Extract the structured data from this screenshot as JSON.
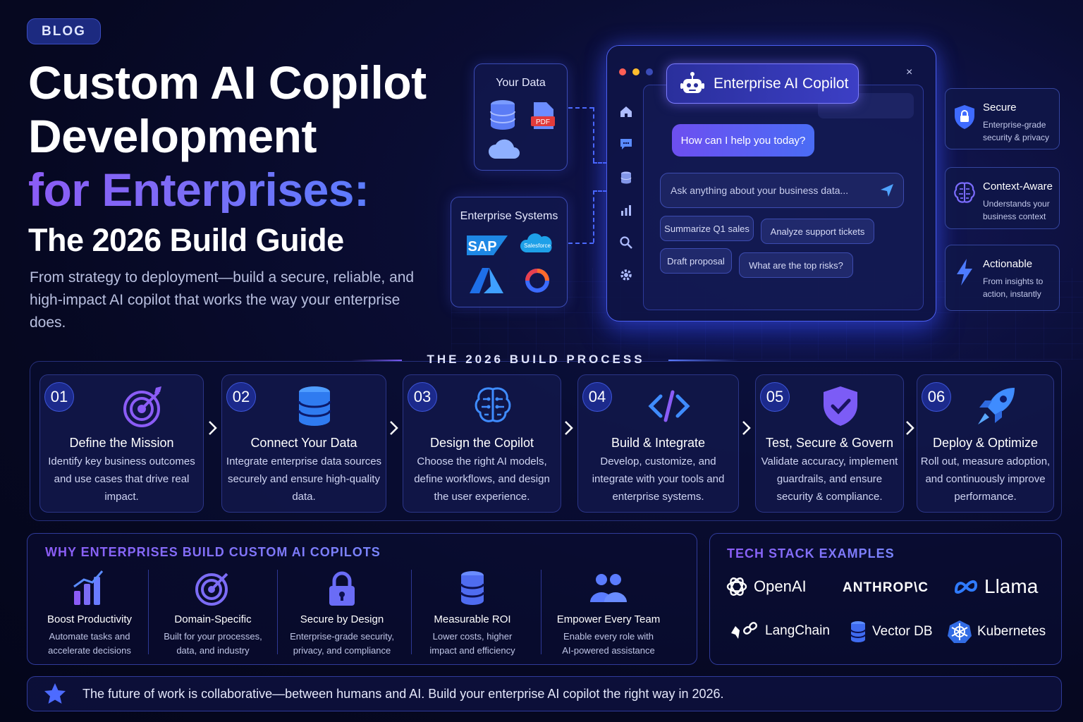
{
  "hero": {
    "badge": "BLOG",
    "title_line1": "Custom AI Copilot",
    "title_line2": "Development",
    "title_line3": "for Enterprises:",
    "title_line4": "The 2026 Build Guide",
    "subtitle": "From strategy to deployment—build a secure, reliable, and high-impact AI copilot that works the way your enterprise does."
  },
  "mock": {
    "your_data_title": "Your Data",
    "pdf_label": "PDF",
    "enterprise_systems_title": "Enterprise Systems",
    "sap_label": "SAP",
    "salesforce_label": "Salesforce",
    "copilot_title": "Enterprise AI Copilot",
    "bot_greeting": "How can I help you today?",
    "input_placeholder": "Ask anything about your business data...",
    "suggestions": [
      "Summarize Q1 sales",
      "Analyze support tickets",
      "Draft proposal",
      "What are the top risks?"
    ],
    "close_glyph": "×"
  },
  "features": [
    {
      "title": "Secure",
      "desc": "Enterprise-grade security & privacy",
      "icon": "shield-lock-icon"
    },
    {
      "title": "Context-Aware",
      "desc": "Understands your business context",
      "icon": "brain-icon"
    },
    {
      "title": "Actionable",
      "desc": "From insights to action, instantly",
      "icon": "lightning-icon"
    }
  ],
  "process": {
    "heading": "THE 2026 BUILD PROCESS",
    "steps": [
      {
        "num": "01",
        "title": "Define the Mission",
        "desc": "Identify key business outcomes and use cases that drive real impact.",
        "icon": "target-icon"
      },
      {
        "num": "02",
        "title": "Connect Your Data",
        "desc": "Integrate enterprise data sources securely and ensure high-quality data.",
        "icon": "database-icon"
      },
      {
        "num": "03",
        "title": "Design the Copilot",
        "desc": "Choose the right AI models, define workflows, and design the user experience.",
        "icon": "brain-icon"
      },
      {
        "num": "04",
        "title": "Build & Integrate",
        "desc": "Develop, customize, and integrate with your tools and enterprise systems.",
        "icon": "code-icon"
      },
      {
        "num": "05",
        "title": "Test, Secure & Govern",
        "desc": "Validate accuracy, implement guardrails, and ensure security & compliance.",
        "icon": "shield-check-icon"
      },
      {
        "num": "06",
        "title": "Deploy & Optimize",
        "desc": "Roll out, measure adoption, and continuously improve performance.",
        "icon": "rocket-icon"
      }
    ]
  },
  "why": {
    "title": "WHY ENTERPRISES BUILD CUSTOM AI COPILOTS",
    "items": [
      {
        "title": "Boost Productivity",
        "desc1": "Automate tasks and",
        "desc2": "accelerate decisions",
        "icon": "bar-chart-icon"
      },
      {
        "title": "Domain-Specific",
        "desc1": "Built for your processes,",
        "desc2": "data, and industry",
        "icon": "target-icon"
      },
      {
        "title": "Secure by Design",
        "desc1": "Enterprise-grade security,",
        "desc2": "privacy, and compliance",
        "icon": "lock-icon"
      },
      {
        "title": "Measurable ROI",
        "desc1": "Lower costs, higher",
        "desc2": "impact and efficiency",
        "icon": "coins-icon"
      },
      {
        "title": "Empower Every Team",
        "desc1": "Enable every role with",
        "desc2": "AI-powered assistance",
        "icon": "team-icon"
      }
    ]
  },
  "tech": {
    "title": "TECH STACK EXAMPLES",
    "items": [
      "OpenAI",
      "ANTHROP\\C",
      "Llama",
      "LangChain",
      "Vector DB",
      "Kubernetes"
    ]
  },
  "footer": {
    "text": "The future of work is collaborative—between humans and AI. Build your enterprise AI copilot the right way in 2026."
  },
  "colors": {
    "accent_purple": "#8b5cf6",
    "accent_blue": "#4d6bff",
    "background": "#060821"
  }
}
